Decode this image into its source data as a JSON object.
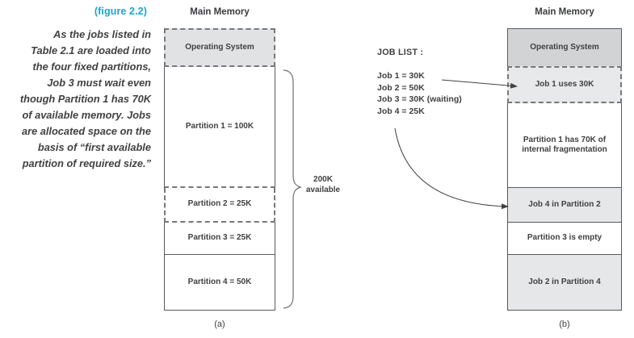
{
  "figure": {
    "label": "(figure 2.2)",
    "caption_lines": [
      "As the jobs listed in",
      "Table 2.1 are loaded into",
      "the four fixed partitions,",
      "Job 3 must wait even",
      "though Partition 1 has 70K",
      "of available memory. Jobs",
      "are allocated space on the",
      "basis of “first available",
      "partition of required size.”"
    ]
  },
  "colors": {
    "accent": "#1ba6c9",
    "text": "#414042",
    "line": "#58595b",
    "os_fill_a": "#e1e2e4",
    "os_fill_b": "#d2d3d5",
    "job_fill": "#e6e7e9"
  },
  "diagram_a": {
    "title": "Main Memory",
    "footer_label": "(a)",
    "rows": [
      {
        "label": "Operating System"
      },
      {
        "label": "Partition 1 = 100K"
      },
      {
        "label": "Partition 2 = 25K"
      },
      {
        "label": "Partition 3 = 25K"
      },
      {
        "label": "Partition 4 = 50K"
      }
    ],
    "brace_label": {
      "line1": "200K",
      "line2": "available"
    }
  },
  "job_list": {
    "heading": "JOB LIST :",
    "items": [
      "Job 1 = 30K",
      "Job 2 = 50K",
      "Job 3 = 30K (waiting)",
      "Job 4 = 25K"
    ]
  },
  "diagram_b": {
    "title": "Main Memory",
    "footer_label": "(b)",
    "rows": [
      {
        "label": "Operating System"
      },
      {
        "label": "Job 1 uses 30K"
      },
      {
        "label": "Partition 1 has 70K of internal fragmentation"
      },
      {
        "label": "Job 4 in Partition 2"
      },
      {
        "label": "Partition 3 is empty"
      },
      {
        "label": "Job 2 in Partition 4"
      }
    ]
  }
}
